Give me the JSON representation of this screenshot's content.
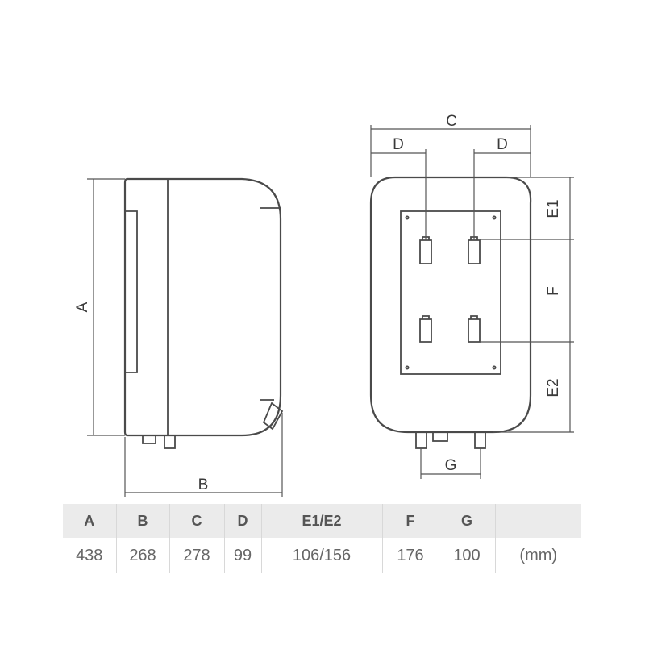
{
  "dimension_labels": {
    "a": "A",
    "b": "B",
    "c": "C",
    "d_left": "D",
    "d_right": "D",
    "e1": "E1",
    "f": "F",
    "e2": "E2",
    "g": "G"
  },
  "spec_table": {
    "headers": [
      "A",
      "B",
      "C",
      "D",
      "E1/E2",
      "F",
      "G",
      ""
    ],
    "values": [
      "438",
      "268",
      "278",
      "99",
      "106/156",
      "176",
      "100",
      "(mm)"
    ]
  }
}
